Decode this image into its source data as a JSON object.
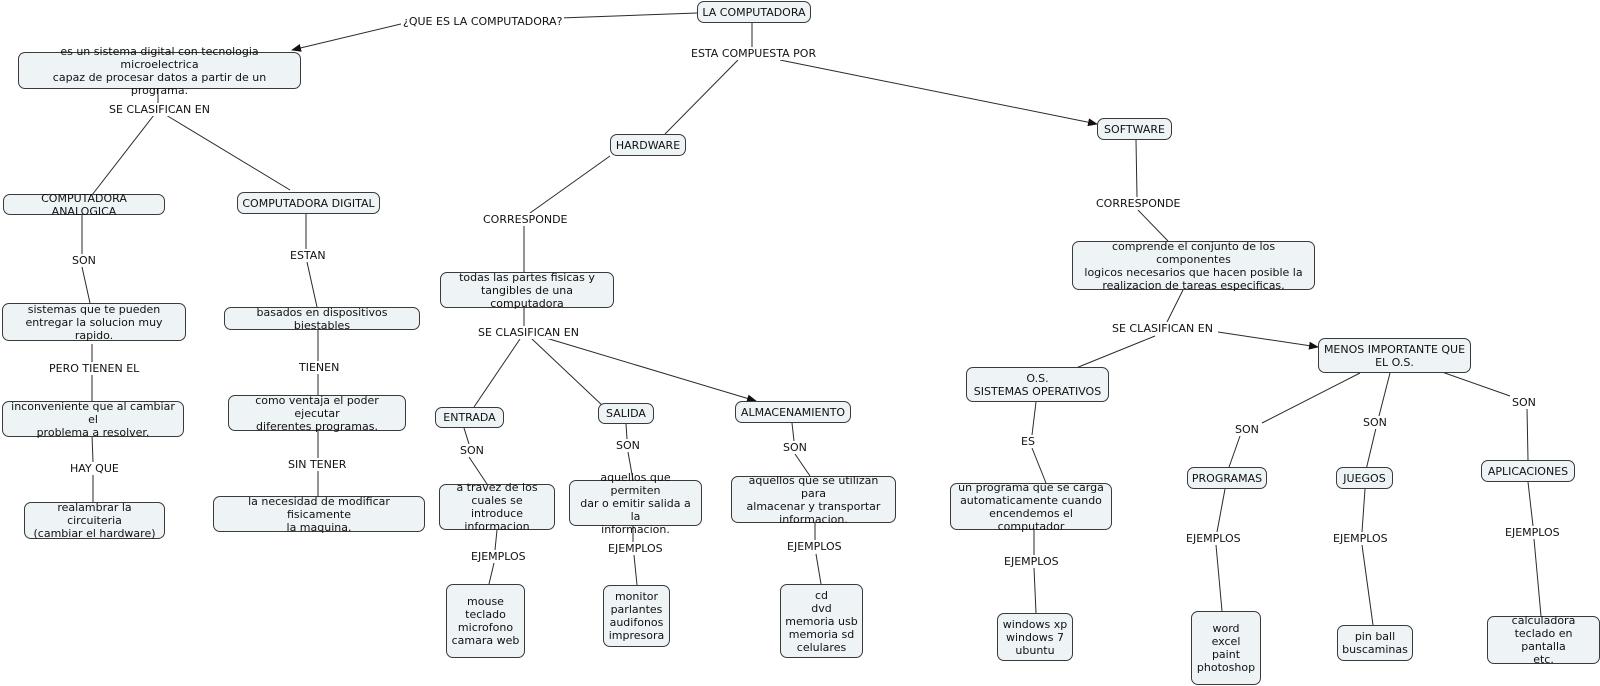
{
  "nodes": {
    "root": "LA COMPUTADORA",
    "definition": "es un sistema digital con tecnologia microelectrica\ncapaz de procesar datos a partir de un  programa.",
    "analog": "COMPUTADORA ANALOGICA",
    "digital": "COMPUTADORA DIGITAL",
    "analog_desc": "sistemas que te pueden\nentregar la solucion muy rapido.",
    "analog_problem": "inconveniente que al cambiar el\nproblema a resolver.",
    "analog_fix": "realambrar la circuiteria\n(cambiar el hardware)",
    "digital_desc": "basados en dispositivos biestables",
    "digital_adv": "como ventaja el poder ejecutar\ndiferentes programas.",
    "digital_noneed": "la necesidad de modificar fisicamente\nla maquina.",
    "hardware": "HARDWARE",
    "hardware_desc": "todas las partes fisicas y\ntangibles de una computadora",
    "entrada": "ENTRADA",
    "salida": "SALIDA",
    "almacenamiento": "ALMACENAMIENTO",
    "entrada_desc": "a travez de los\ncuales se introduce\ninformacion",
    "salida_desc": "aquellos que permiten\ndar o emitir salida a la\ninformacion.",
    "almac_desc": "aquellos que se utilizan para\nalmacenar y transportar\ninformacion.",
    "entrada_ej": "mouse\nteclado\nmicrofono\ncamara web",
    "salida_ej": "monitor\nparlantes\naudifonos\nimpresora",
    "almac_ej": "cd\ndvd\nmemoria usb\nmemoria sd\ncelulares",
    "software": "SOFTWARE",
    "software_desc": "comprende el conjunto de los componentes\nlogicos necesarios que hacen posible la\nrealizacion de tareas especificas.",
    "os": "O.S.\nSISTEMAS OPERATIVOS",
    "menos": "MENOS IMPORTANTE QUE\nEL O.S.",
    "os_desc": "un programa que se carga\nautomaticamente cuando\nencendemos el computador",
    "os_ej": "windows xp\nwindows 7\nubuntu",
    "programas": "PROGRAMAS",
    "juegos": "JUEGOS",
    "aplicaciones": "APLICACIONES",
    "programas_ej": "word\nexcel\npaint\nphotoshop",
    "juegos_ej": "pin ball\nbuscaminas",
    "aplic_ej": "calculadora\nteclado en pantalla\netc."
  },
  "labels": {
    "que_es": "¿QUE ES LA COMPUTADORA?",
    "compuesta": "ESTA COMPUESTA  POR",
    "clasifican1": "SE CLASIFICAN EN",
    "son_analog": "SON",
    "estan": "ESTAN",
    "pero_tienen": "PERO TIENEN EL",
    "tienen": "TIENEN",
    "hay_que": "HAY QUE",
    "sin_tener": "SIN TENER",
    "corresponde_hw": "CORRESPONDE",
    "clasifican_hw": "SE CLASIFICAN EN",
    "son_entrada": "SON",
    "son_salida": "SON",
    "son_almac": "SON",
    "ejemplos_entrada": "EJEMPLOS",
    "ejemplos_salida": "EJEMPLOS",
    "ejemplos_almac": "EJEMPLOS",
    "corresponde_sw": "CORRESPONDE",
    "clasifican_sw": "SE CLASIFICAN EN",
    "es_os": "ES",
    "ejemplos_os": "EJEMPLOS",
    "son_programas": "SON",
    "son_juegos": "SON",
    "son_aplic": "SON",
    "ejemplos_programas": "EJEMPLOS",
    "ejemplos_juegos": "EJEMPLOS",
    "ejemplos_aplic": "EJEMPLOS"
  }
}
